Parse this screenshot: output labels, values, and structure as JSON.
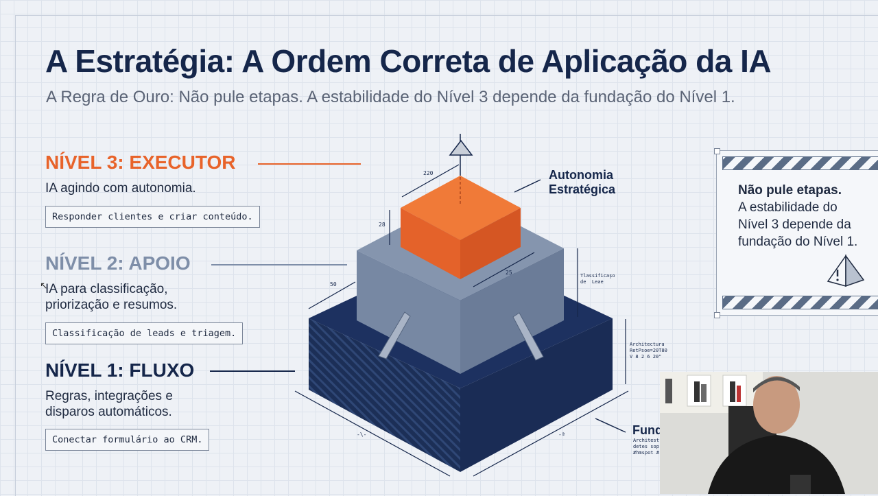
{
  "title": "A Estratégia: A Ordem Correta de Aplicação da IA",
  "subtitle": "A Regra de Ouro: Não pule etapas. A estabilidade do Nível 3 depende da fundação do Nível 1.",
  "levels": [
    {
      "title": "NÍVEL 3: EXECUTOR",
      "desc": "IA agindo com autonomia.",
      "example": "Responder clientes e criar conteúdo.",
      "color": "#e8632a"
    },
    {
      "title": "NÍVEL 2: APOIO",
      "desc": "IA para classificação, priorização e resumos.",
      "example": "Classificação de leads e triagem.",
      "color": "#7e8ea8"
    },
    {
      "title": "NÍVEL 1: FLUXO",
      "desc": "Regras, integrações e disparos automáticos.",
      "example": "Conectar formulário ao CRM.",
      "color": "#15264a"
    }
  ],
  "callouts": {
    "top": "Autonomia Estratégica",
    "bottom": "Fund",
    "bottom_small": "Architest\ndetes sop\n#hmspot #"
  },
  "dimensions": {
    "d220": "220",
    "d28": "28",
    "d25": "25",
    "d50": "50",
    "mid_label": "Tlassificaşo\nde  Leae",
    "base_label": "Architectura\nRetPsoe=20T80\nV 8 2 6 20\"",
    "tick_left": "-\\-",
    "tick_right": "-ª"
  },
  "panel": {
    "heading": "Não pule etapas.",
    "body": "A estabilidade do Nível 3 depende da fundação do Nível 1."
  },
  "colors": {
    "navy": "#15264a",
    "orange": "#e8632a",
    "steel": "#7e8ea8"
  }
}
